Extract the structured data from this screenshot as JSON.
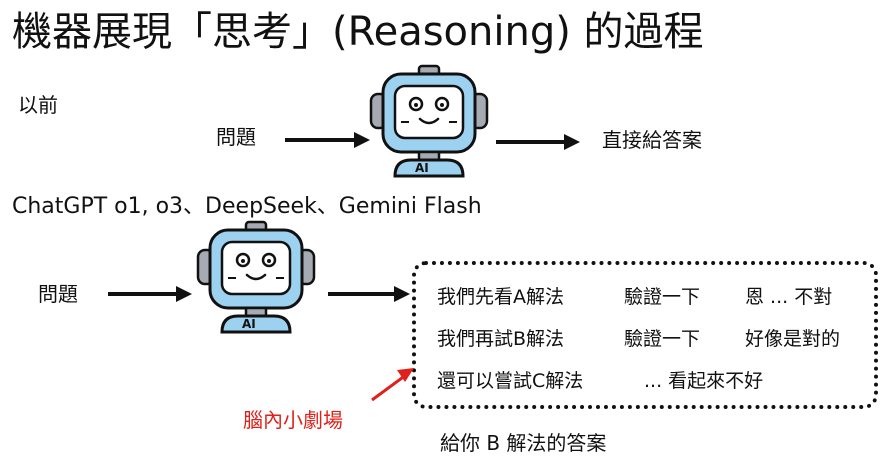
{
  "title": "機器展現「思考」(Reasoning) 的過程",
  "before": {
    "label": "以前",
    "question": "問題",
    "answer": "直接給答案",
    "robot_badge": "AI"
  },
  "models": {
    "label": "ChatGPT o1, o3、DeepSeek、Gemini Flash"
  },
  "reasoning": {
    "question": "問題",
    "robot_badge": "AI",
    "rows": [
      {
        "a": "我們先看A解法",
        "b": "驗證一下",
        "c": "恩 ... 不對"
      },
      {
        "a": "我們再試B解法",
        "b": "驗證一下",
        "c": "好像是對的"
      },
      {
        "a": "還可以嘗試C解法",
        "b": "... 看起來不好",
        "c": ""
      }
    ],
    "callout": "腦內小劇場",
    "final_answer": "給你 B 解法的答案"
  },
  "colors": {
    "robot_face": "#9cd1ef",
    "robot_screen": "#ffffff",
    "robot_gray": "#a6abb3",
    "callout_red": "#e0201a",
    "outline": "#111111"
  }
}
